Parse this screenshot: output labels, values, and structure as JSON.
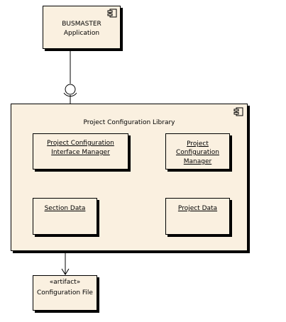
{
  "diagram": {
    "application": {
      "line1": "BUSMASTER",
      "line2": "Application"
    },
    "library": {
      "title": "Project Configuration Library"
    },
    "interface_manager": {
      "line1": "Project Configuration",
      "line2": "Interface Manager"
    },
    "config_manager": {
      "line1": "Project",
      "line2": "Configuration",
      "line3": "Manager"
    },
    "section_data": {
      "label": "Section Data"
    },
    "project_data": {
      "label": "Project Data"
    },
    "config_file": {
      "stereotype": "«artifact»",
      "label": "Configuration File"
    }
  }
}
